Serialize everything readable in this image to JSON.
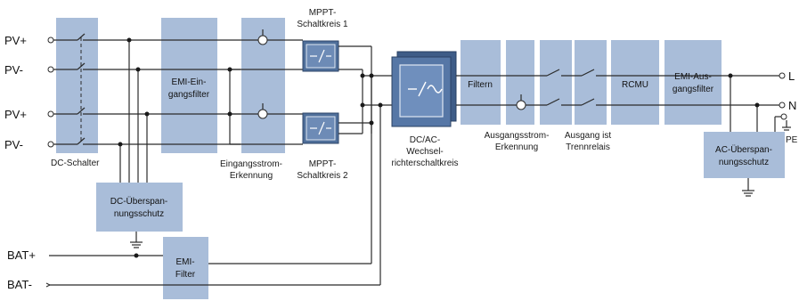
{
  "terminals": {
    "pv_plus_1": "PV+",
    "pv_minus_1": "PV-",
    "pv_plus_2": "PV+",
    "pv_minus_2": "PV-",
    "bat_plus": "BAT+",
    "bat_minus": "BAT-",
    "out_l": "L",
    "out_n": "N",
    "out_pe": "PE"
  },
  "blocks": {
    "dc_switch": "DC-Schalter",
    "dc_surge": [
      "DC-Überspan-",
      "nungsschutz"
    ],
    "emi_input": [
      "EMI-Ein-",
      "gangsfilter"
    ],
    "emi_filter": [
      "EMI-",
      "Filter"
    ],
    "input_current": [
      "Eingangsstrom-",
      "Erkennung"
    ],
    "mppt1": [
      "MPPT-",
      "Schaltkreis 1"
    ],
    "mppt2": [
      "MPPT-",
      "Schaltkreis 2"
    ],
    "inverter": [
      "DC/AC-",
      "Wechsel-",
      "richterschaltkreis"
    ],
    "filter": "Filtern",
    "output_current": [
      "Ausgangsstrom-",
      "Erkennung"
    ],
    "isolation_relay": [
      "Ausgang ist",
      "Trennrelais"
    ],
    "rcmu": "RCMU",
    "emi_output": [
      "EMI-Aus-",
      "gangsfilter"
    ],
    "ac_surge": [
      "AC-Überspan-",
      "nungsschutz"
    ]
  },
  "colors": {
    "block_fill": "#a9bdd9",
    "converter_fill": "#4f6f9a",
    "wire": "#2b2b2b"
  }
}
